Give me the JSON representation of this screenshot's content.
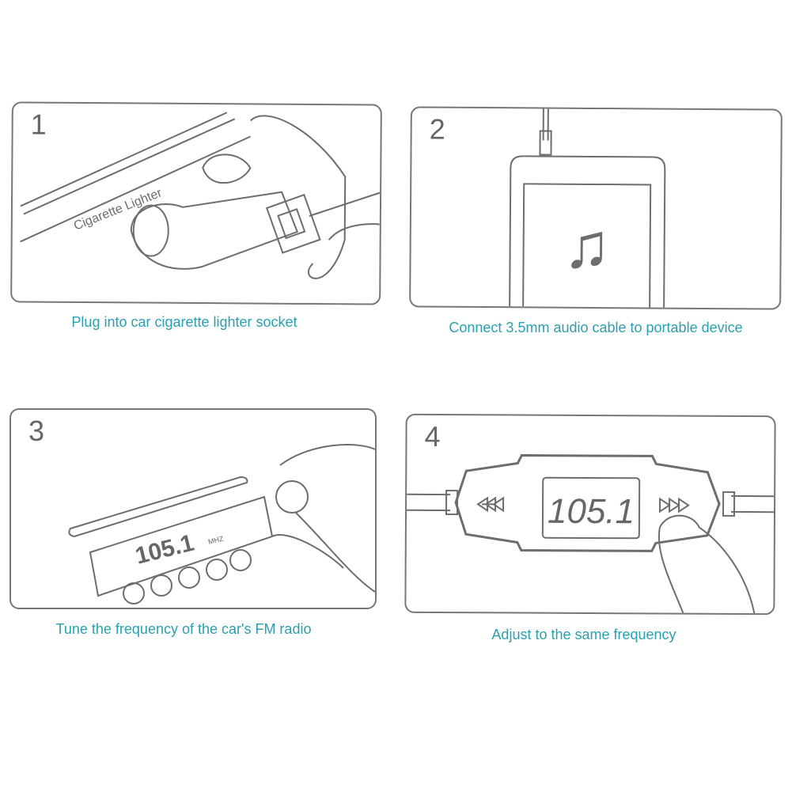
{
  "steps": [
    {
      "number": "1",
      "caption": "Plug into car cigarette lighter socket",
      "label": "Cigarette Lighter"
    },
    {
      "number": "2",
      "caption": "Connect 3.5mm audio cable to portable device",
      "icon": "music-note-icon"
    },
    {
      "number": "3",
      "caption": "Tune the frequency of the car's FM radio",
      "display": "105.1",
      "unit": "MHZ"
    },
    {
      "number": "4",
      "caption": "Adjust to the same frequency",
      "display": "105.1"
    }
  ],
  "colors": {
    "caption": "#2a9fb0",
    "line": "#6d6d6d"
  }
}
